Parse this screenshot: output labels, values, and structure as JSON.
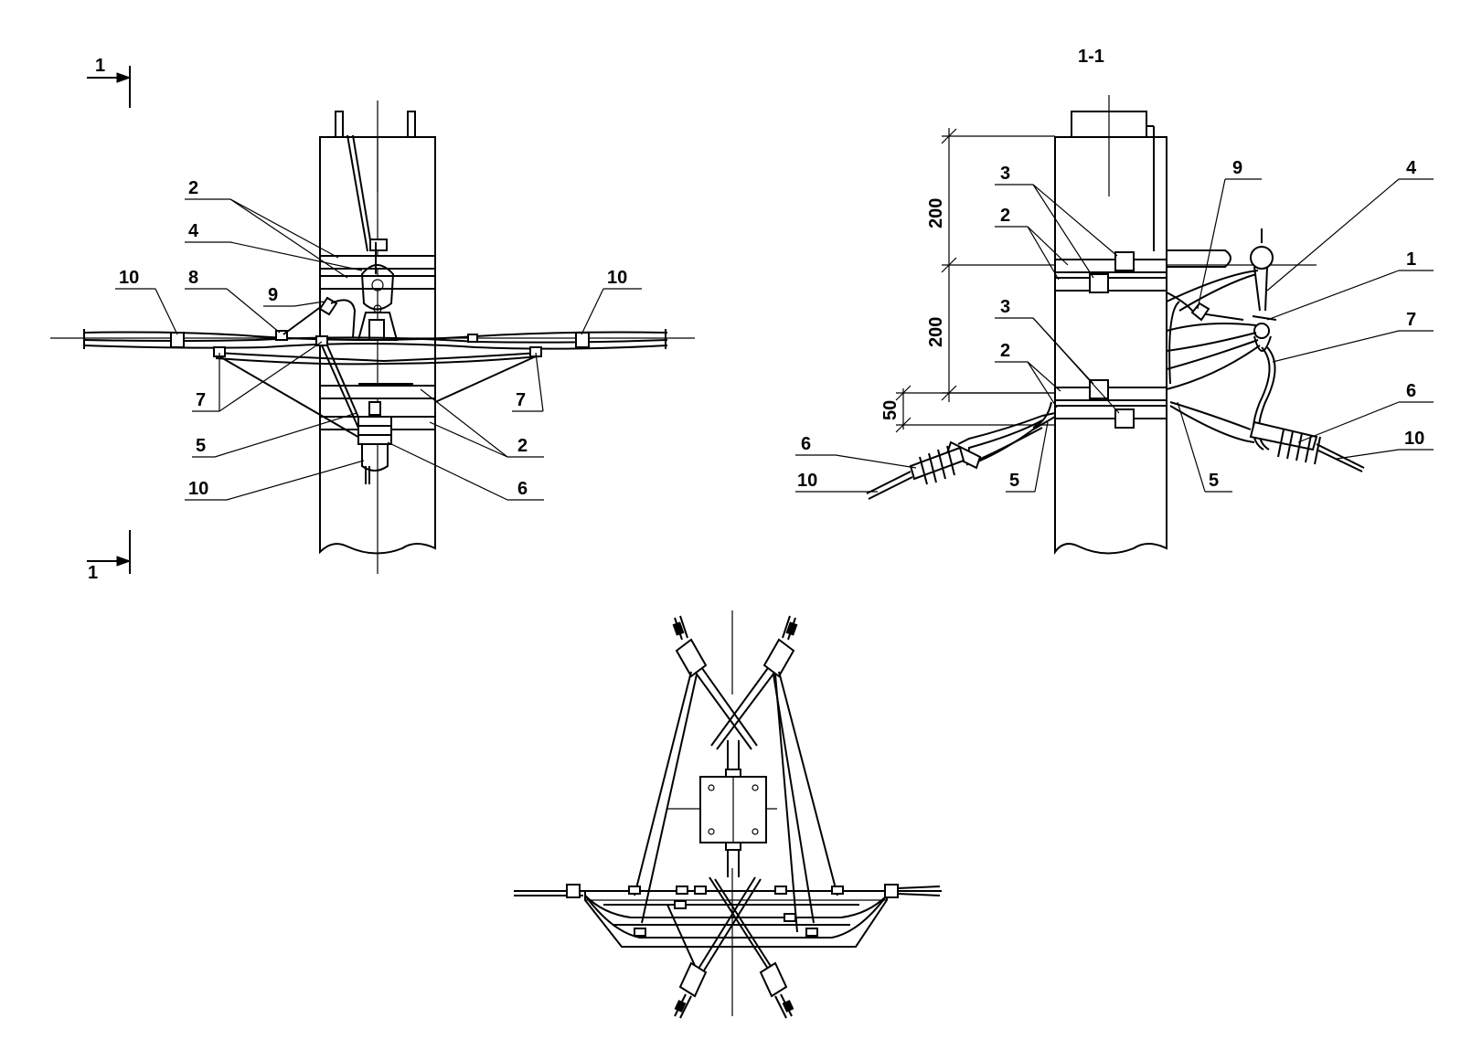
{
  "section_marks": {
    "top": "1",
    "bottom": "1",
    "section_title": "1-1"
  },
  "front_view": {
    "callouts": {
      "c2_top": "2",
      "c4": "4",
      "c10_left": "10",
      "c8": "8",
      "c9": "9",
      "c10_right": "10",
      "c7_left": "7",
      "c7_right": "7",
      "c5": "5",
      "c2_bottom": "2",
      "c10_bottom": "10",
      "c6": "6"
    }
  },
  "section_view": {
    "dimensions": {
      "d1": "200",
      "d2": "200",
      "d3": "50"
    },
    "callouts": {
      "c3_top": "3",
      "c2_top": "2",
      "c3_mid": "3",
      "c2_mid": "2",
      "c9": "9",
      "c4": "4",
      "c1": "1",
      "c7": "7",
      "c6_right": "6",
      "c10_right": "10",
      "c5_right": "5",
      "c6_left": "6",
      "c10_left": "10",
      "c5_left": "5"
    }
  }
}
